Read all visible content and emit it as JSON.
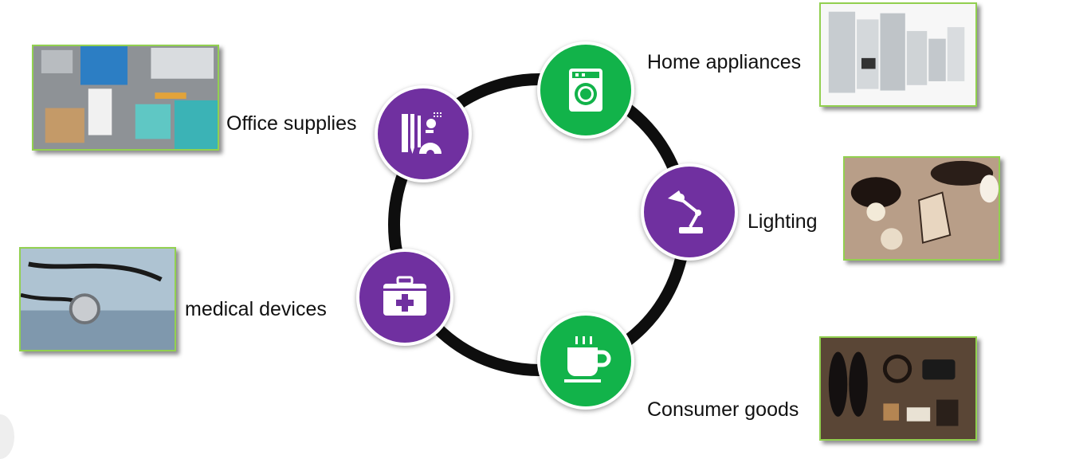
{
  "categories": [
    {
      "key": "office",
      "label": "Office supplies",
      "icon": "stationery-icon",
      "color": "#7030a0"
    },
    {
      "key": "home",
      "label": "Home appliances",
      "icon": "washing-machine-icon",
      "color": "#12b34a"
    },
    {
      "key": "lighting",
      "label": "Lighting",
      "icon": "desk-lamp-icon",
      "color": "#7030a0"
    },
    {
      "key": "consumer",
      "label": "Consumer goods",
      "icon": "coffee-cup-icon",
      "color": "#12b34a"
    },
    {
      "key": "medical",
      "label": "medical devices",
      "icon": "first-aid-kit-icon",
      "color": "#7030a0"
    }
  ],
  "colors": {
    "ring": "#0e0e0e",
    "photo_border": "#92d050"
  }
}
